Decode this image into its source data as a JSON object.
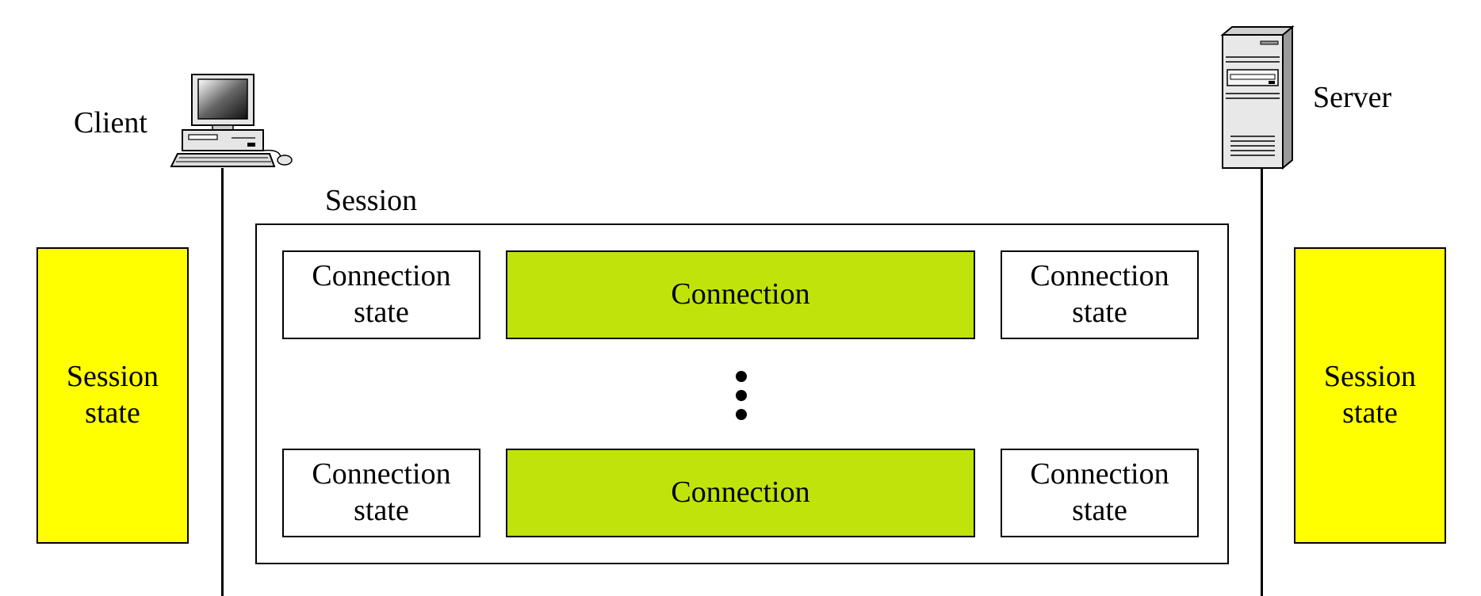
{
  "client": {
    "label": "Client",
    "icon": "desktop-computer-icon"
  },
  "server": {
    "label": "Server",
    "icon": "tower-server-icon"
  },
  "session": {
    "label": "Session"
  },
  "session_state": {
    "left_line1": "Session",
    "left_line2": "state",
    "right_line1": "Session",
    "right_line2": "state"
  },
  "rows": [
    {
      "left_line1": "Connection",
      "left_line2": "state",
      "center": "Connection",
      "right_line1": "Connection",
      "right_line2": "state"
    },
    {
      "left_line1": "Connection",
      "left_line2": "state",
      "center": "Connection",
      "right_line1": "Connection",
      "right_line2": "state"
    }
  ],
  "colors": {
    "session_state": "#ffff00",
    "connection": "#c0e30c",
    "line": "#000000"
  }
}
